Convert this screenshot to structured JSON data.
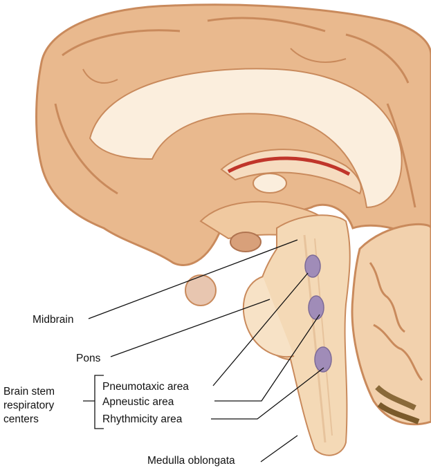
{
  "labels": {
    "midbrain": "Midbrain",
    "pons": "Pons",
    "group_line1": "Brain stem",
    "group_line2": "respiratory",
    "group_line3": "centers",
    "pneumotaxic": "Pneumotaxic area",
    "apneustic": "Apneustic area",
    "rhythmicity": "Rhythmicity area",
    "medulla": "Medulla oblongata"
  },
  "colors": {
    "tissue": "#e9b98e",
    "tissue_dark": "#c98a5c",
    "white_matter": "#fbeedd",
    "brainstem": "#f4d9b6",
    "centers": "#a08cb8",
    "red_band": "#c0352a",
    "line": "#111111"
  }
}
